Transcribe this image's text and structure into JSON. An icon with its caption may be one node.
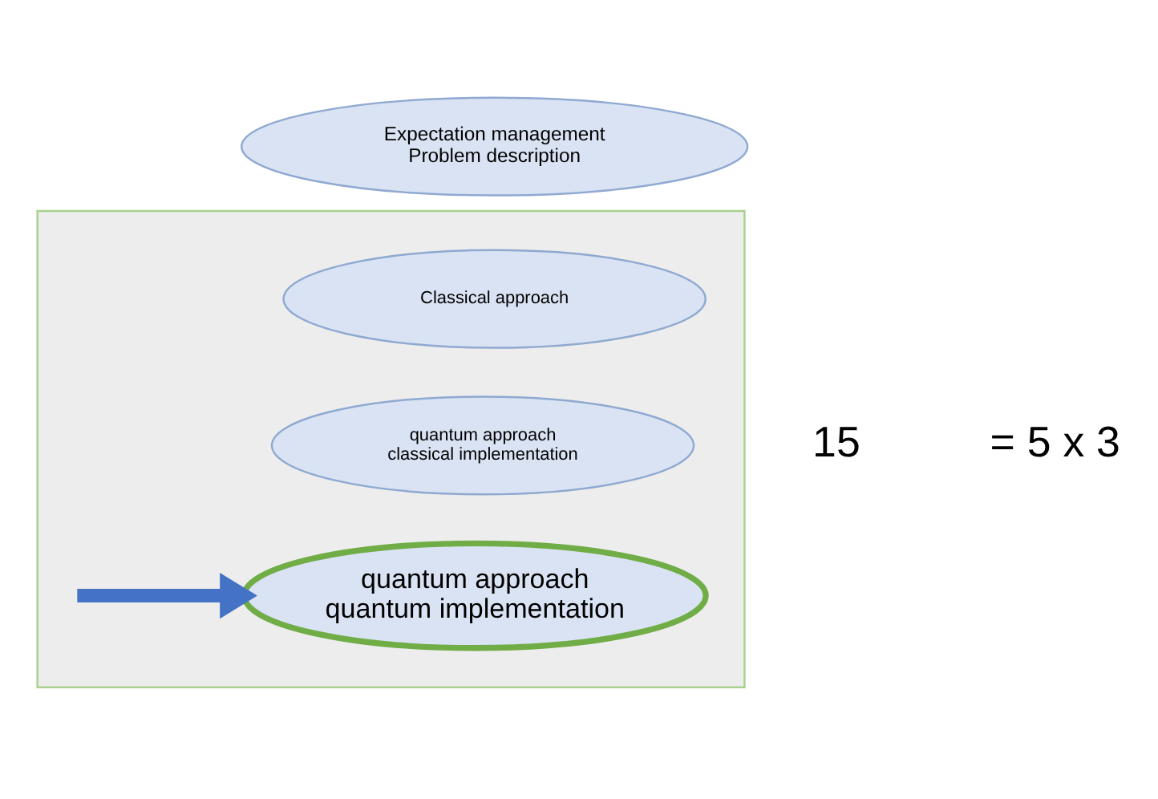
{
  "diagram": {
    "nodes": [
      {
        "text": [
          "Expectation management",
          "Problem description"
        ]
      },
      {
        "text": [],
        "shape": "box"
      },
      {
        "text": [
          "Classical approach"
        ],
        "in": 1
      },
      {
        "text": [
          "quantum approach",
          "classical implementation"
        ],
        "in": 1
      },
      {
        "text": [
          "quantum approach",
          "quantum implementation"
        ],
        "in": 1
      }
    ],
    "edges": [
      {
        "from": null,
        "to": 4,
        "arrow": "to",
        "color": "#4472c4"
      }
    ],
    "labels": [
      "15",
      "= 5 x 3"
    ]
  }
}
